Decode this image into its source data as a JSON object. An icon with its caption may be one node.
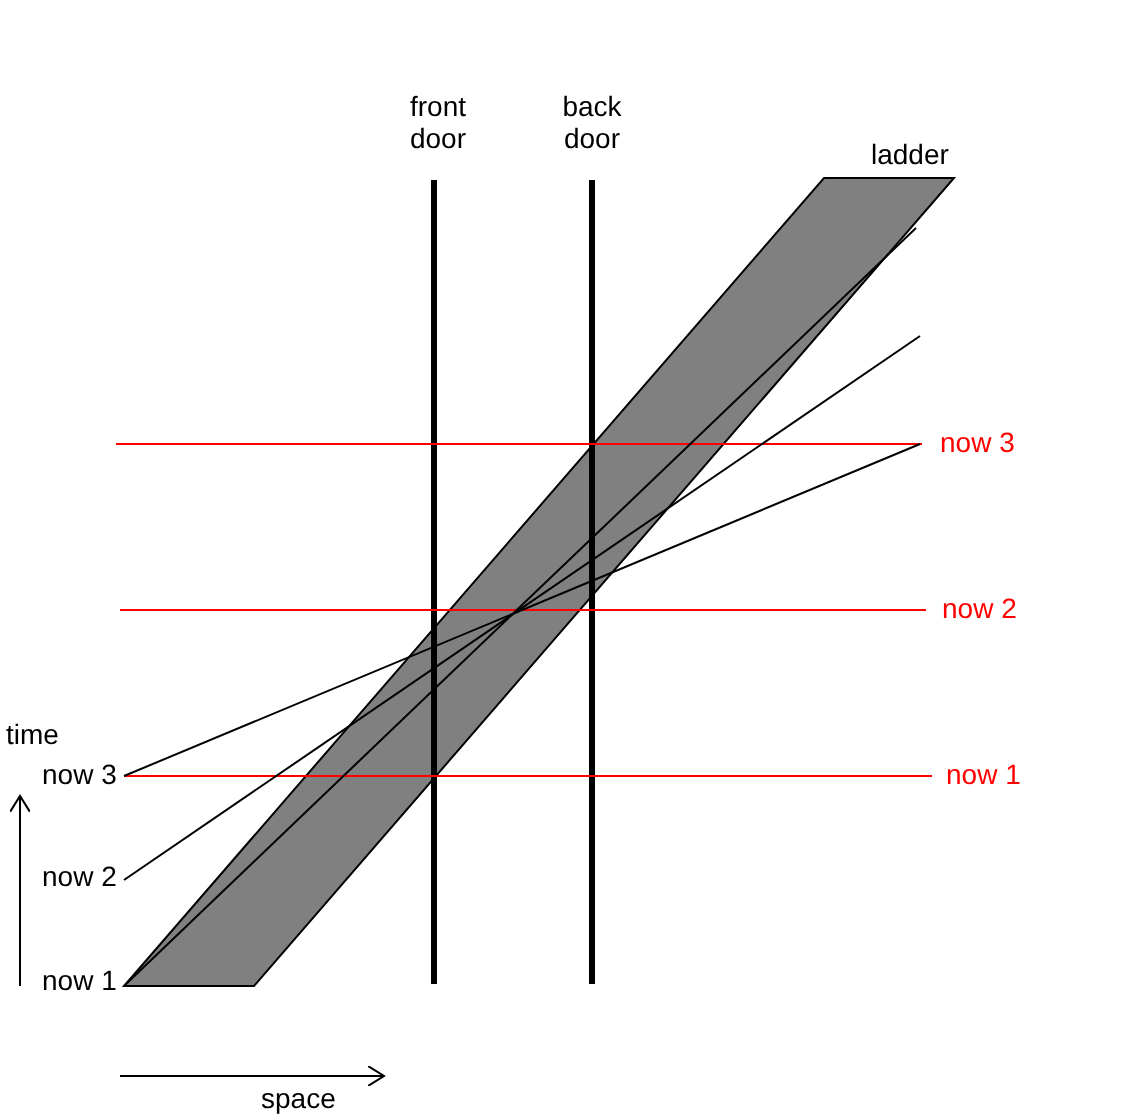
{
  "diagram": {
    "labels": [
      "front door",
      "back door",
      "ladder",
      "now 3",
      "now 2",
      "time",
      "now 3",
      "now 1",
      "now 2",
      "now 1",
      "space"
    ]
  }
}
